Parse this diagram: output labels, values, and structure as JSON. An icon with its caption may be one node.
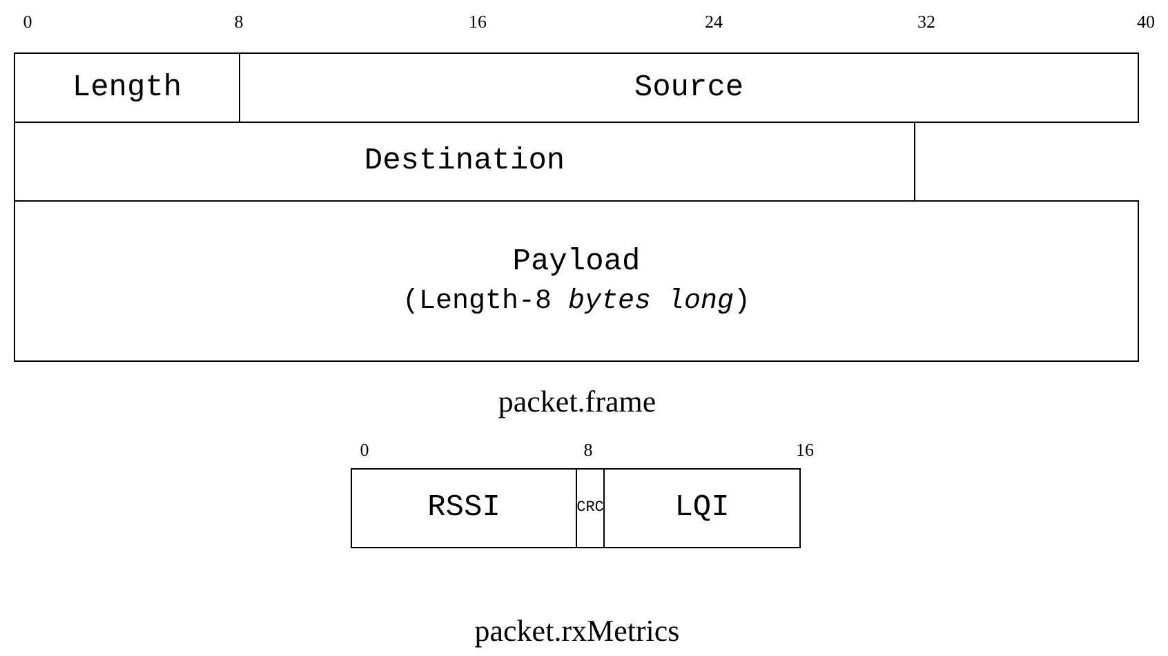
{
  "diagram": {
    "nodes": [
      {
        "text": [
          "Length"
        ]
      },
      {
        "text": [
          "Source"
        ]
      },
      {
        "text": [
          "Destination"
        ]
      },
      {
        "text": [
          "Payload",
          "(Length-8 *bytes long*)"
        ]
      },
      {
        "text": [
          "RSSI"
        ]
      },
      {
        "text": [
          "CRC"
        ]
      },
      {
        "text": [
          "LQI"
        ]
      }
    ],
    "edges": [],
    "labels": [
      "0",
      "8",
      "16",
      "24",
      "32",
      "40",
      "packet.frame",
      "0",
      "8",
      "16",
      "packet.rxMetrics"
    ]
  }
}
